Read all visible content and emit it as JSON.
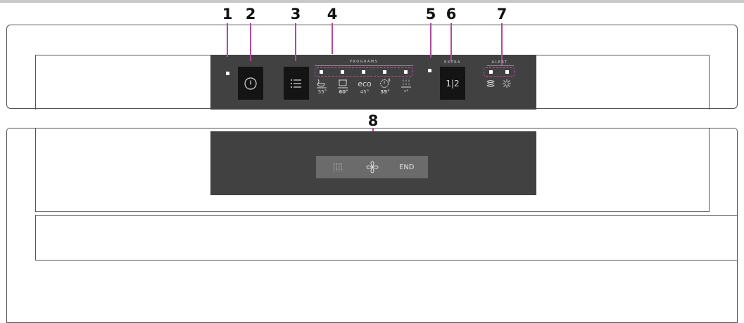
{
  "callouts": [
    "1",
    "2",
    "3",
    "4",
    "5",
    "6",
    "7",
    "8"
  ],
  "panel": {
    "programs_title": "PROGRAMS",
    "extra_title": "EXTRA",
    "alert_title": "ALERT",
    "extra_button_label": "1|2",
    "programs": [
      {
        "icon": "pots-pans-icon",
        "temp": "55°"
      },
      {
        "icon": "intensive-icon",
        "temp": "60°"
      },
      {
        "icon": "eco-label",
        "label": "eco",
        "temp": "45°"
      },
      {
        "icon": "quick-wash-icon",
        "temp": "35°"
      },
      {
        "icon": "prewash-icon",
        "temp": "*°"
      }
    ],
    "alerts": [
      {
        "icon": "salt-refill-icon"
      },
      {
        "icon": "rinse-aid-icon"
      }
    ]
  },
  "indicators": {
    "end_label": "END",
    "items": [
      {
        "icon": "washing-phase-icon"
      },
      {
        "icon": "drying-phase-icon"
      }
    ]
  },
  "colors": {
    "panel": "#414141",
    "leader": "#b04a9c",
    "indicator_strip": "#6b6b6b"
  }
}
